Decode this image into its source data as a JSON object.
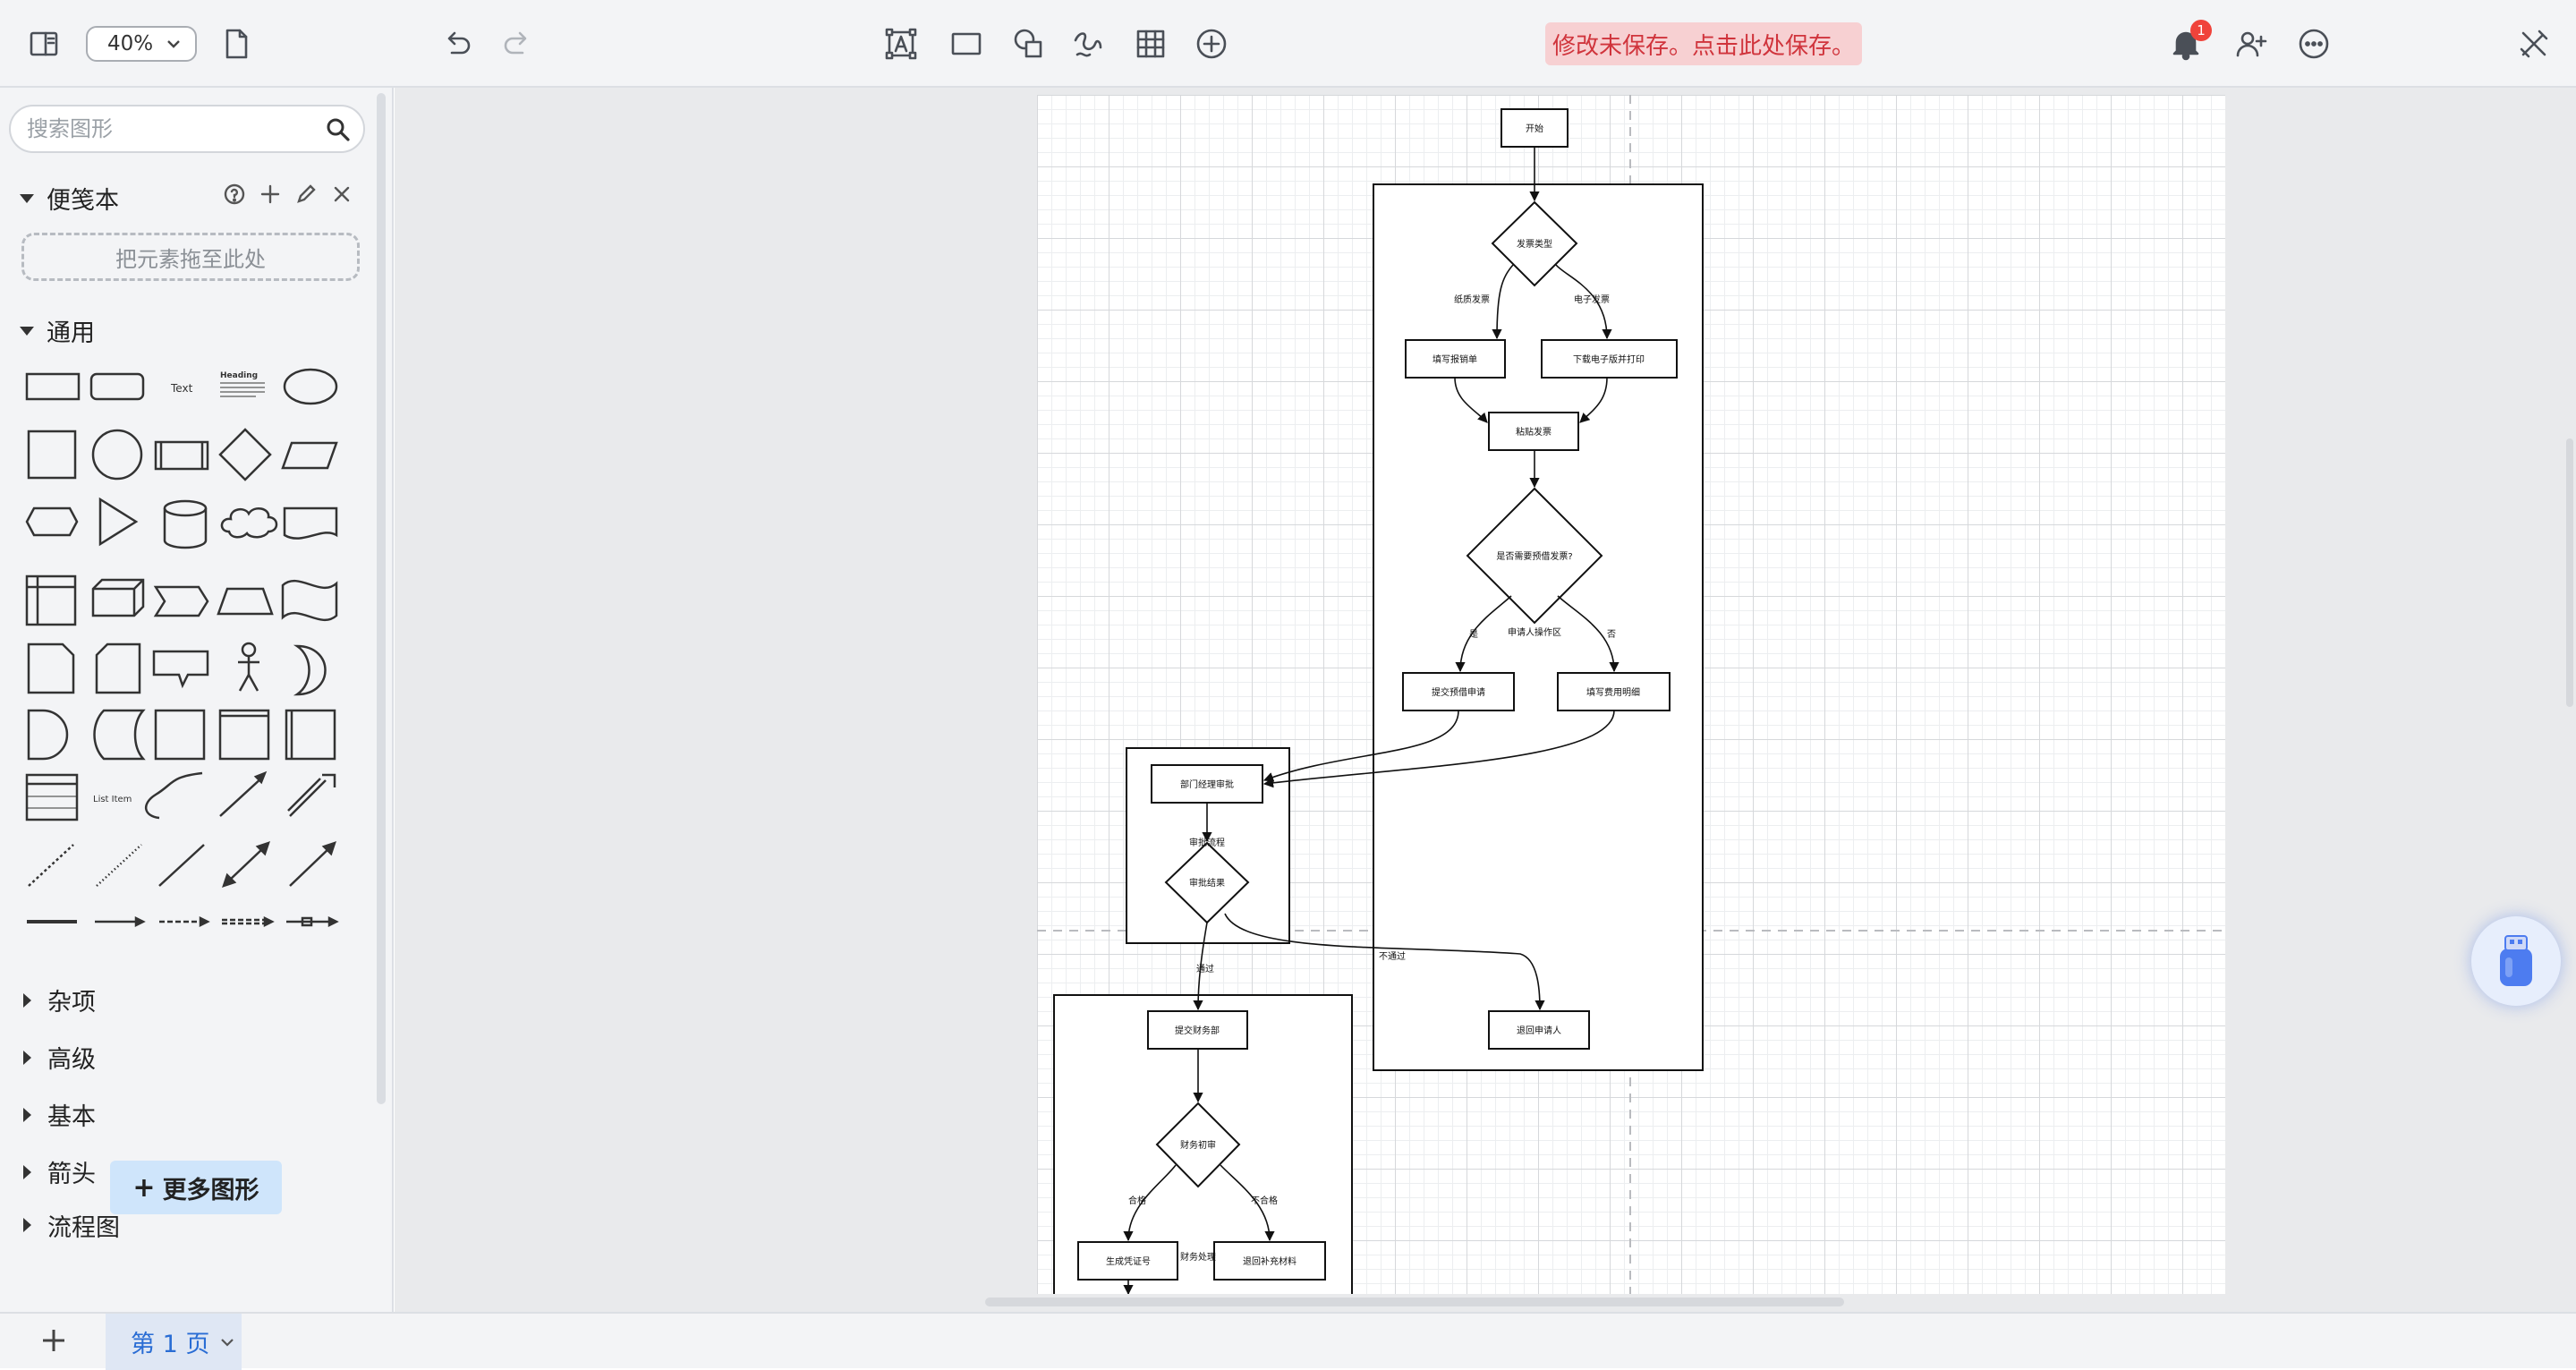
{
  "toolbar": {
    "zoom_value": "40%",
    "save_banner": "修改未保存。点击此处保存。",
    "notification_count": "1"
  },
  "sidebar": {
    "search_placeholder": "搜索图形",
    "scratchpad_title": "便笺本",
    "drop_hint": "把元素拖至此处",
    "general_title": "通用",
    "shape_text_label": "Text",
    "shape_heading_label": "Heading",
    "shape_list_item_label": "List Item",
    "collapsed_sections": [
      "杂项",
      "高级",
      "基本",
      "箭头",
      "流程图"
    ],
    "more_shapes_label": "更多图形"
  },
  "diagram": {
    "start": "开始",
    "invoice_type": "发票类型",
    "paper_invoice": "纸质发票",
    "e_invoice": "电子发票",
    "fill_reimburse_form": "填写报销单",
    "download_print": "下载电子版并打印",
    "paste_invoice": "粘贴发票",
    "need_presettle": "是否需要预借发票?",
    "yes": "是",
    "no": "否",
    "applicant_area": "申请人操作区",
    "submit_presettle": "提交预借申请",
    "fill_expense_detail": "填写费用明细",
    "dept_manager_review": "部门经理审批",
    "review_flow": "审批流程",
    "review_result": "审批结果",
    "rejected": "不通过",
    "approved": "通过",
    "return_applicant": "退回申请人",
    "submit_finance": "提交财务部",
    "finance_initial_review": "财务初审",
    "qualified": "合格",
    "unqualified": "不合格",
    "generate_voucher": "生成凭证号",
    "finance_dept": "财务处理",
    "return_supplement": "退回补充材料"
  },
  "bottombar": {
    "page_tab_label": "第 1 页"
  }
}
